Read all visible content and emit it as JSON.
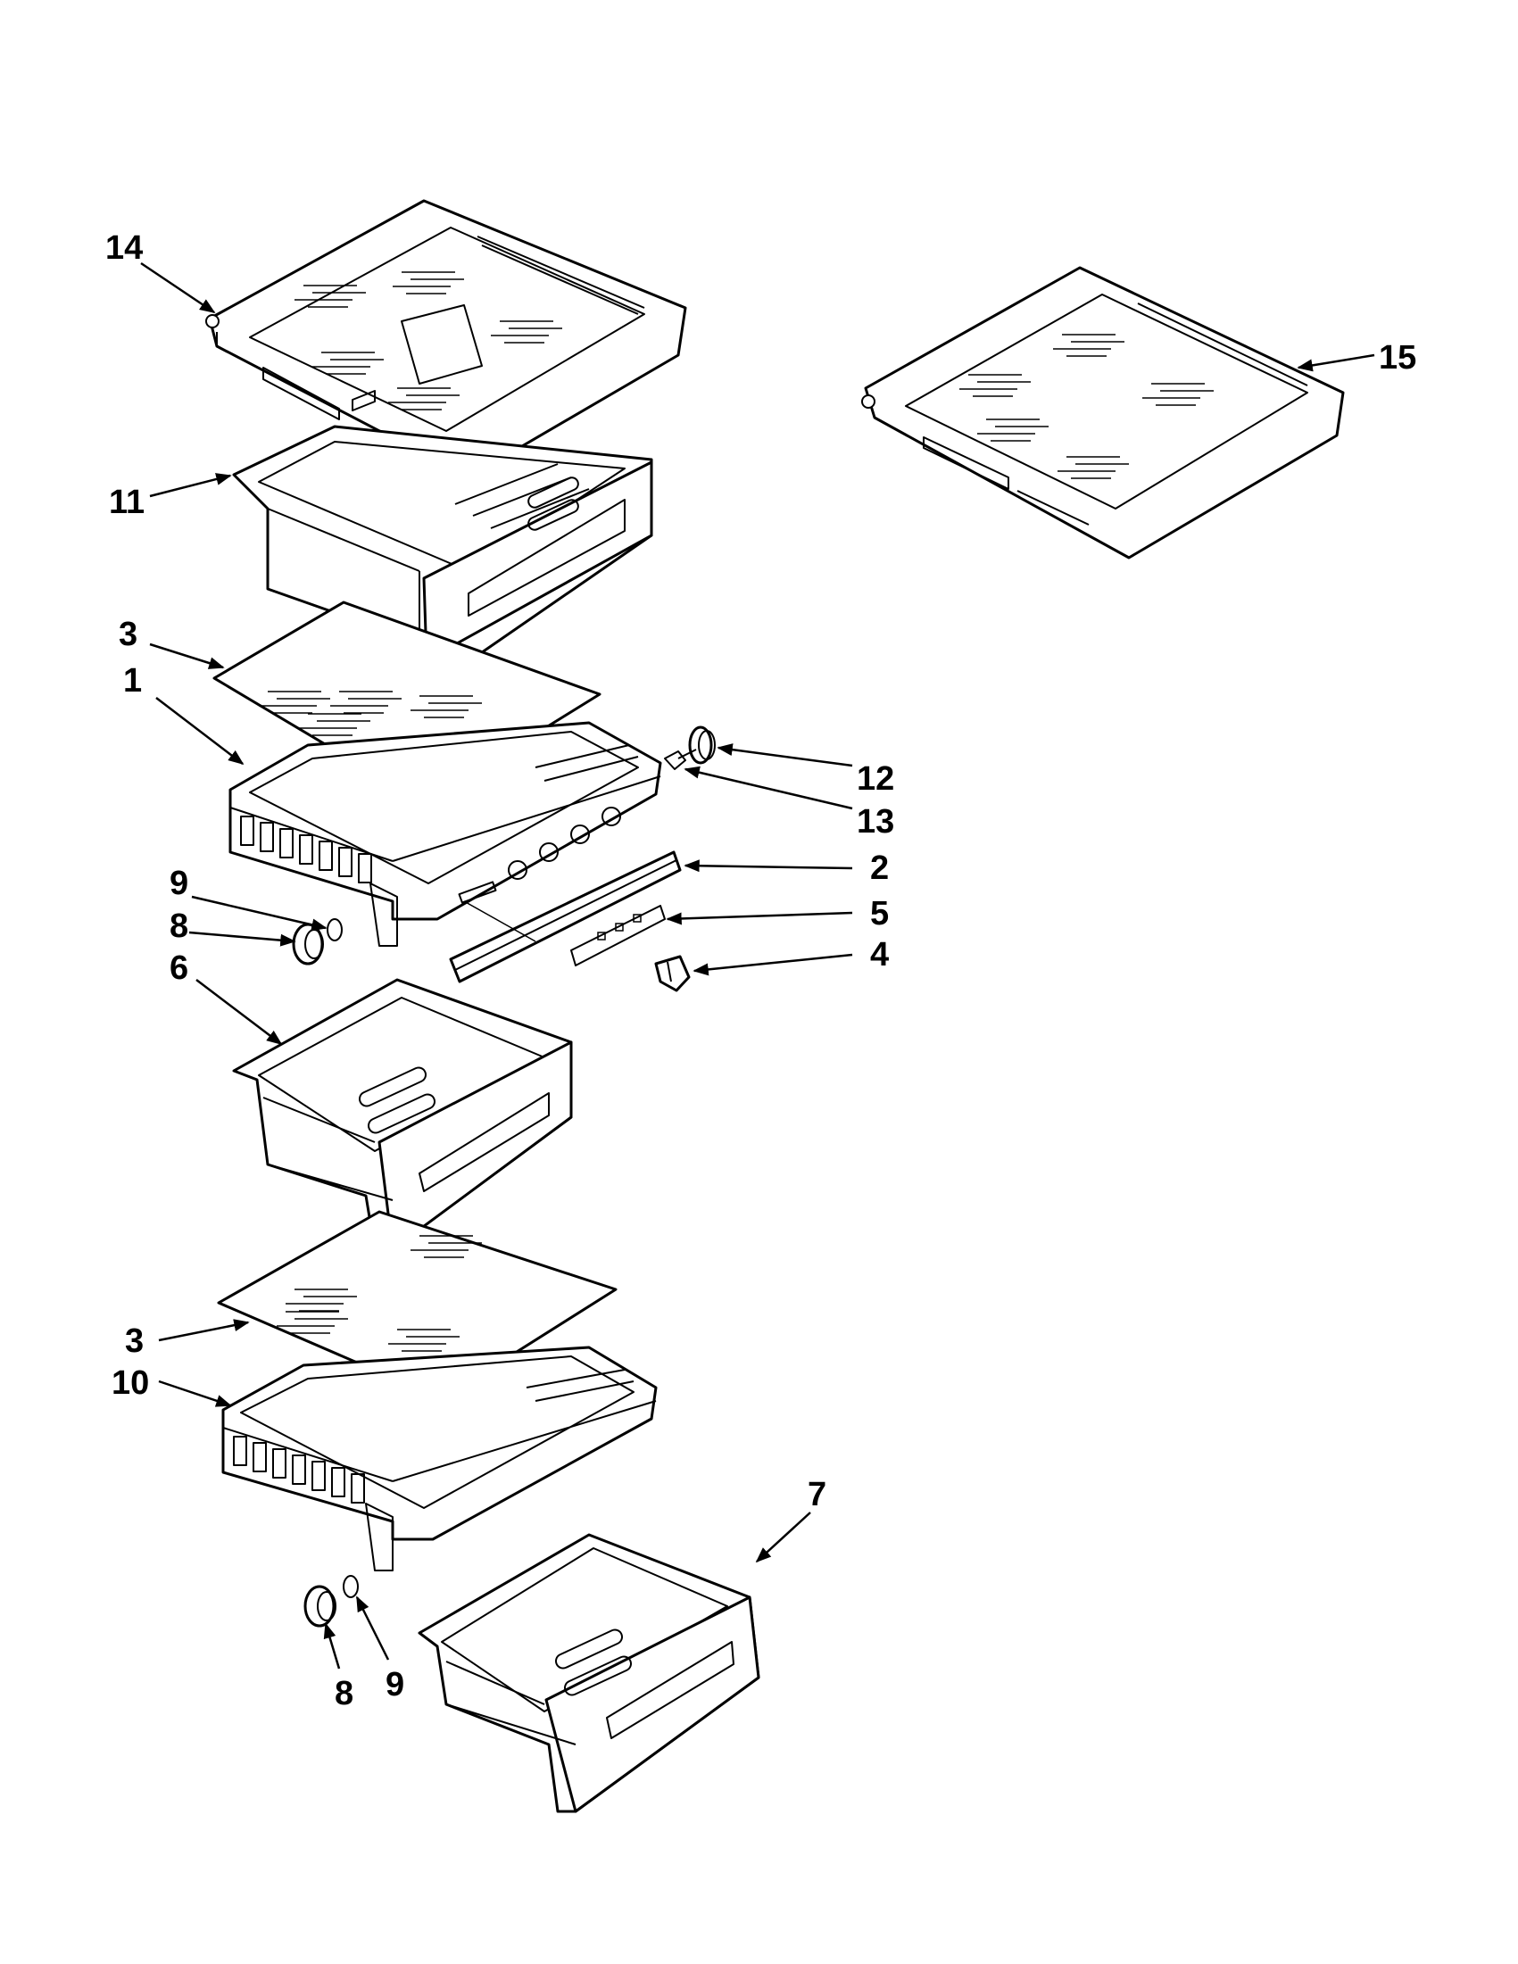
{
  "callouts": [
    {
      "id": "14",
      "text": "14"
    },
    {
      "id": "15",
      "text": "15"
    },
    {
      "id": "11",
      "text": "11"
    },
    {
      "id": "3a",
      "text": "3"
    },
    {
      "id": "1",
      "text": "1"
    },
    {
      "id": "12",
      "text": "12"
    },
    {
      "id": "13",
      "text": "13"
    },
    {
      "id": "2",
      "text": "2"
    },
    {
      "id": "5",
      "text": "5"
    },
    {
      "id": "4",
      "text": "4"
    },
    {
      "id": "9a",
      "text": "9"
    },
    {
      "id": "8a",
      "text": "8"
    },
    {
      "id": "6",
      "text": "6"
    },
    {
      "id": "3b",
      "text": "3"
    },
    {
      "id": "10",
      "text": "10"
    },
    {
      "id": "7",
      "text": "7"
    },
    {
      "id": "9b",
      "text": "9"
    },
    {
      "id": "8b",
      "text": "8"
    }
  ]
}
